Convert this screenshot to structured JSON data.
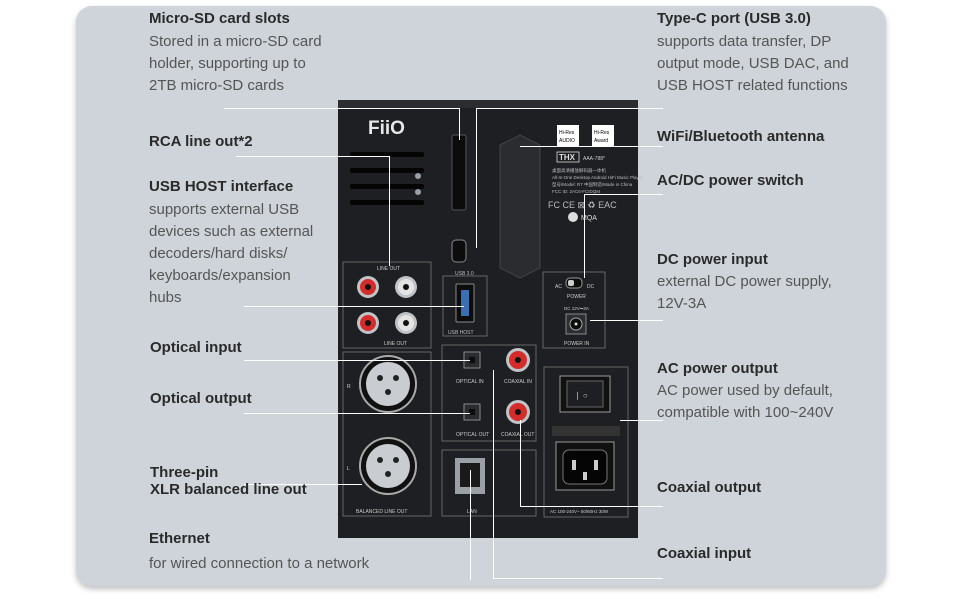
{
  "left": {
    "microsd": {
      "title": "Micro-SD card slots",
      "desc": [
        "Stored in a micro-SD card",
        "holder, supporting up to",
        "2TB micro-SD cards"
      ]
    },
    "rca": {
      "title": "RCA line out*2"
    },
    "usbhost": {
      "title": "USB HOST interface",
      "desc": [
        "supports external USB",
        "devices such as external",
        "decoders/hard disks/",
        "keyboards/expansion",
        "hubs"
      ]
    },
    "optin": {
      "title": "Optical input"
    },
    "optout": {
      "title": "Optical output"
    },
    "xlr": {
      "title": [
        "Three-pin",
        "XLR balanced line out"
      ]
    },
    "ethernet": {
      "title": "Ethernet",
      "desc": [
        "for wired connection to a network"
      ]
    }
  },
  "right": {
    "typec": {
      "title": "Type-C port (USB 3.0)",
      "desc": [
        "supports data transfer, DP",
        "output mode, USB DAC, and",
        "USB HOST related functions"
      ]
    },
    "wifi": {
      "title": "WiFi/Bluetooth antenna"
    },
    "acdc": {
      "title": "AC/DC power switch"
    },
    "dcin": {
      "title": "DC power input",
      "desc": [
        "external DC power supply,",
        "12V-3A"
      ]
    },
    "acout": {
      "title": "AC power output",
      "desc": [
        "AC power used by default,",
        "compatible with 100~240V"
      ]
    },
    "coaxout": {
      "title": "Coaxial output"
    },
    "coaxin": {
      "title": "Coaxial input"
    }
  },
  "device": {
    "brand": "FiiO",
    "hires1": [
      "Hi-Res",
      "AUDIO"
    ],
    "hires2": [
      "Hi-Res",
      "Award"
    ],
    "thx": "THX",
    "thx_code": "AAA-788*",
    "info": [
      "桌面高清播放解码器一体机",
      "All-In-One Desktop Android HiFi Music Player",
      "型号/Model: R7  中国制造/Made in China",
      "FCC ID: 2AC6-FCIDQM"
    ],
    "certs": "FC CE ⊠ ♻ EAC",
    "mqa": "MQA",
    "usb30": "USB 3.0",
    "usbhost": "USB HOST",
    "lineout": "LINE OUT",
    "ac": "AC",
    "dc": "DC",
    "power": "POWER",
    "dcspec": "DC 12V⎓3A",
    "powerin": "POWER IN",
    "optin": "OPTICAL IN",
    "coaxin": "COAXIAL IN",
    "optout": "OPTICAL OUT",
    "coaxout": "COAXIAL OUT",
    "lan": "LAN",
    "balanced": "BALANCED LINE OUT",
    "acspec": "AC 100-240V~ 50/60Hz 30W",
    "r": "R",
    "l": "L"
  }
}
